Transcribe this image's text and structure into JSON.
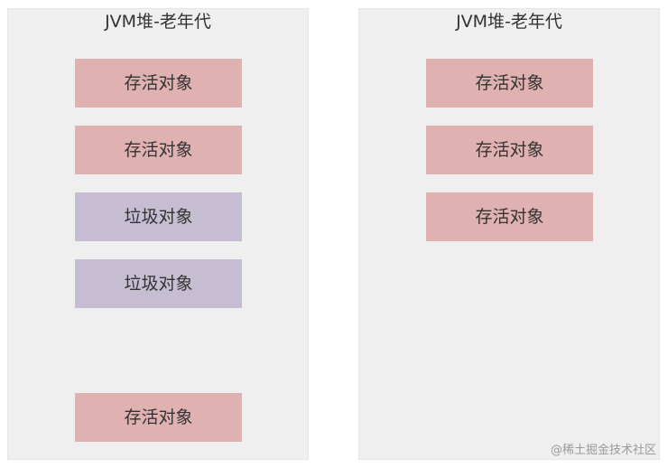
{
  "left_panel": {
    "title": "JVM堆-老年代",
    "objects": [
      {
        "label": "存活对象",
        "kind": "live"
      },
      {
        "label": "存活对象",
        "kind": "live"
      },
      {
        "label": "垃圾对象",
        "kind": "garbage"
      },
      {
        "label": "垃圾对象",
        "kind": "garbage"
      },
      {
        "label": "存活对象",
        "kind": "live"
      }
    ]
  },
  "right_panel": {
    "title": "JVM堆-老年代",
    "objects": [
      {
        "label": "存活对象",
        "kind": "live"
      },
      {
        "label": "存活对象",
        "kind": "live"
      },
      {
        "label": "存活对象",
        "kind": "live"
      }
    ]
  },
  "watermark": "@稀土掘金技术社区",
  "colors": {
    "live": "#e0b1b1",
    "garbage": "#c6bdd3",
    "panel": "#efefef"
  }
}
